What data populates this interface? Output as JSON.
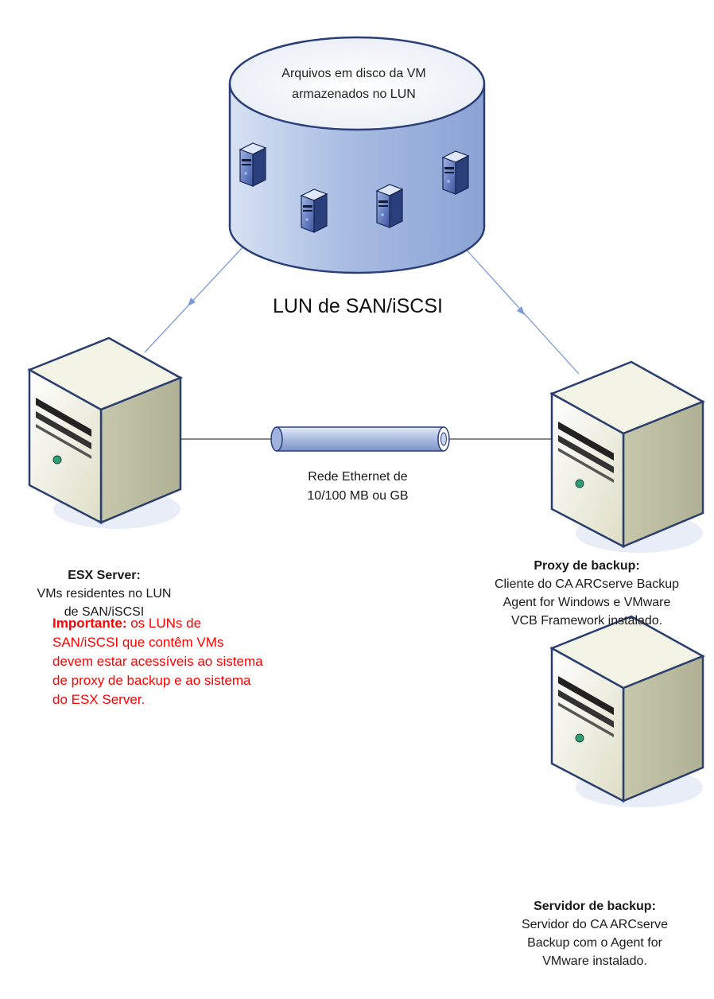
{
  "storage": {
    "disk_caption": [
      "Arquivos em disco da VM",
      "armazenados no LUN"
    ],
    "title": "LUN de SAN/iSCSI",
    "vm_icons": [
      "server-icon",
      "server-icon",
      "server-icon",
      "server-icon"
    ]
  },
  "network": {
    "label": [
      "Rede Ethernet de",
      "10/100 MB ou GB"
    ]
  },
  "esx_server": {
    "title": "ESX Server:",
    "description": [
      "VMs residentes no LUN",
      "de SAN/iSCSI"
    ]
  },
  "backup_proxy": {
    "title": "Proxy de backup:",
    "description": [
      "Cliente do CA ARCserve Backup",
      "Agent for Windows e VMware",
      "VCB Framework instalado."
    ]
  },
  "backup_server": {
    "title": "Servidor de backup:",
    "description": [
      "Servidor do CA ARCserve",
      "Backup com o Agent for",
      "VMware instalado."
    ]
  },
  "note": {
    "label": "Importante:",
    "lines": [
      " os LUNs de",
      "SAN/iSCSI que contêm VMs",
      "devem estar acessíveis ao sistema",
      "de proxy de backup e ao sistema",
      "do ESX Server."
    ]
  },
  "colors": {
    "disk_body": "#b8c8e6",
    "disk_top": "#f2f4fa",
    "disk_outline": "#2a3e78",
    "connector_line": "#7b9ad6",
    "server_case": "#e8e8d0",
    "note_text": "#ff0000"
  }
}
